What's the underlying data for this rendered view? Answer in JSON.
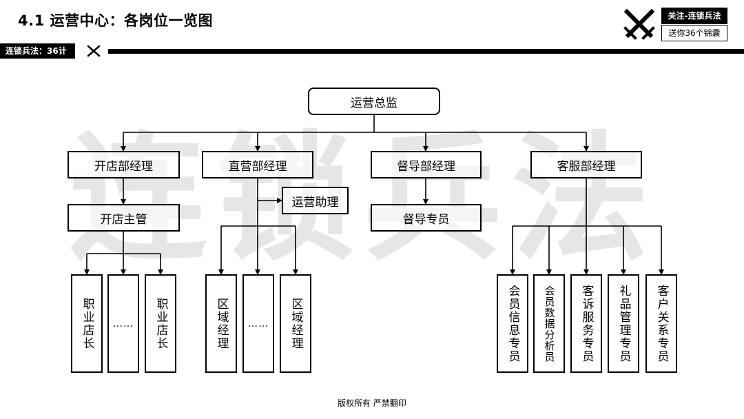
{
  "header": {
    "title": "4.1 运营中心：各岗位一览图",
    "bar_label": "连锁兵法：36计",
    "badge_top": "关注-连锁兵法",
    "badge_bottom": "送你36个锦囊"
  },
  "watermark": "连锁兵法",
  "org": {
    "root": "运营总监",
    "managers": [
      "开店部经理",
      "直营部经理",
      "督导部经理",
      "客服部经理"
    ],
    "open_supervisor": "开店主管",
    "ops_assistant": "运营助理",
    "supervision_staff": "督导专员",
    "open_stores": [
      "职业店长",
      "……",
      "职业店长"
    ],
    "regions": [
      "区域经理",
      "……",
      "区域经理"
    ],
    "service_staff": [
      "会员信息专员",
      "会员数据分析员",
      "客诉服务专员",
      "礼品管理专员",
      "客户关系专员"
    ]
  },
  "footer": "版权所有 严禁翻印",
  "colors": {
    "ink": "#000000",
    "watermark": "#e6e6e6"
  }
}
